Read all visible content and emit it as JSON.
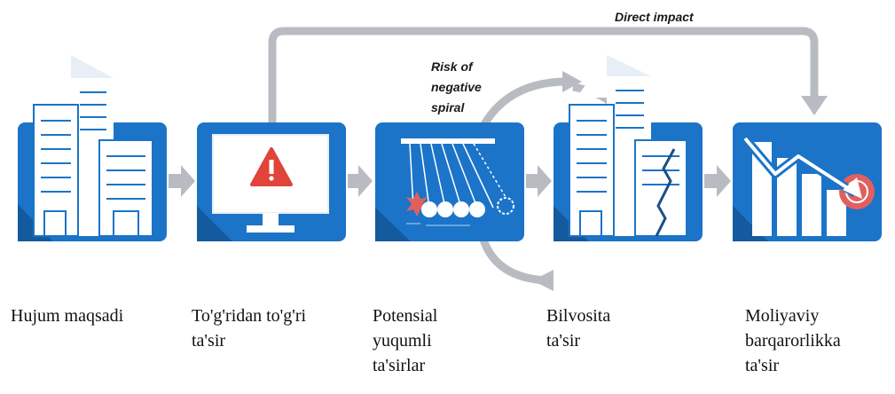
{
  "annotations": {
    "direct_impact": "Direct impact",
    "risk_line1": "Risk of",
    "risk_line2": "negative",
    "risk_line3": "spiral"
  },
  "steps": [
    {
      "icon": "buildings-icon",
      "caption_lines": [
        "Hujum maqsadi"
      ]
    },
    {
      "icon": "monitor-warning-icon",
      "caption_lines": [
        "To'g'ridan to'g'ri",
        "ta'sir"
      ]
    },
    {
      "icon": "newtons-cradle-icon",
      "caption_lines": [
        "Potensial",
        "yuqumli",
        "ta'sirlar"
      ]
    },
    {
      "icon": "cracked-building-icon",
      "caption_lines": [
        "Bilvosita",
        "ta'sir"
      ]
    },
    {
      "icon": "declining-chart-icon",
      "caption_lines": [
        "Moliyaviy",
        "barqarorlikka",
        "ta'sir"
      ]
    }
  ],
  "colors": {
    "panel": "#1b74c8",
    "panel_shadow": "#145a9e",
    "arrow": "#b8bcc2",
    "alert": "#e0443a",
    "accent_red": "#e06060"
  }
}
